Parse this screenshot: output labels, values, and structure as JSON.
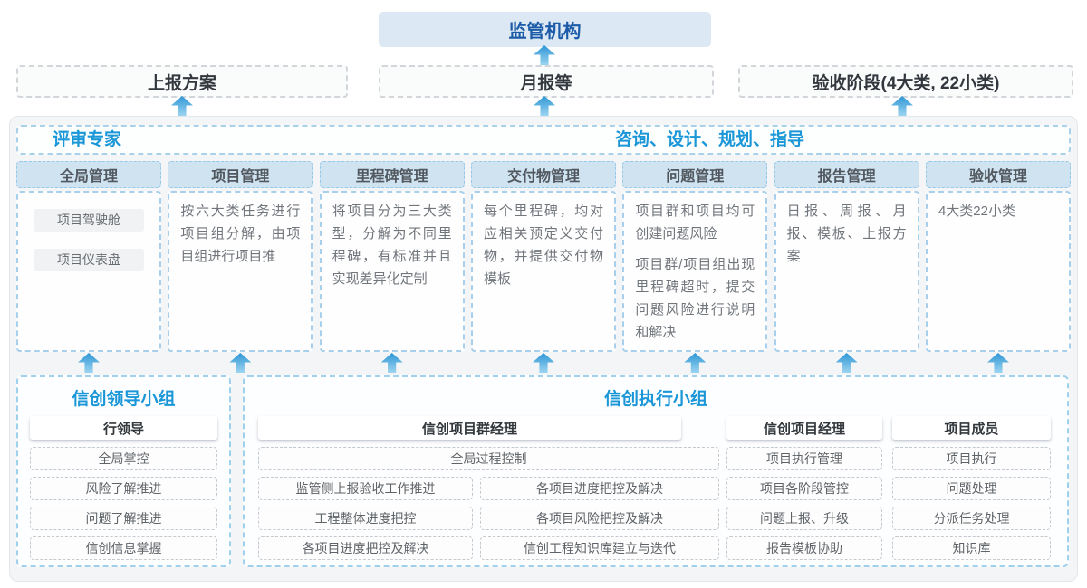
{
  "colors": {
    "accent_blue": "#1b97d8",
    "dark_blue": "#1b5ba7",
    "arrow_blue": "#2e96d4"
  },
  "top": {
    "regulator": "监管机构",
    "report_plan": "上报方案",
    "monthly_report": "月报等",
    "acceptance_stage": "验收阶段(4大类, 22小类)"
  },
  "experts_band": {
    "left": "评审专家",
    "right": "咨询、设计、规划、指导"
  },
  "columns": [
    {
      "header": "全局管理",
      "chips": [
        "项目驾驶舱",
        "项目仪表盘"
      ]
    },
    {
      "header": "项目管理",
      "paragraphs": [
        "按六大类任务进行项目组分解，由项目组进行项目推"
      ]
    },
    {
      "header": "里程碑管理",
      "paragraphs": [
        "将项目分为三大类型，分解为不同里程碑，有标准并且实现差异化定制"
      ]
    },
    {
      "header": "交付物管理",
      "paragraphs": [
        "每个里程碑，均对应相关预定义交付物，并提供交付物模板"
      ]
    },
    {
      "header": "问题管理",
      "paragraphs": [
        "项目群和项目均可创建问题风险",
        "项目群/项目组出现里程碑超时，提交问题风险进行说明和解决"
      ]
    },
    {
      "header": "报告管理",
      "paragraphs": [
        "日报、周报、月报、模板、上报方案"
      ]
    },
    {
      "header": "验收管理",
      "paragraphs": [
        "4大类22小类"
      ]
    }
  ],
  "leader_group": {
    "title": "信创领导小组",
    "role": "行领导",
    "items": [
      "全局掌控",
      "风险了解推进",
      "问题了解推进",
      "信创信息掌握"
    ]
  },
  "exec_group": {
    "title": "信创执行小组",
    "program_manager": {
      "role": "信创项目群经理",
      "full_item": "全局过程控制",
      "left_items": [
        "监管侧上报验收工作推进",
        "工程整体进度把控",
        "各项目进度把控及解决"
      ],
      "right_items": [
        "各项目进度把控及解决",
        "各项目风险把控及解决",
        "信创工程知识库建立与迭代"
      ]
    },
    "project_manager": {
      "role": "信创项目经理",
      "items": [
        "项目执行管理",
        "项目各阶段管控",
        "问题上报、升级",
        "报告模板协助"
      ]
    },
    "member": {
      "role": "项目成员",
      "items": [
        "项目执行",
        "问题处理",
        "分派任务处理",
        "知识库"
      ]
    }
  }
}
